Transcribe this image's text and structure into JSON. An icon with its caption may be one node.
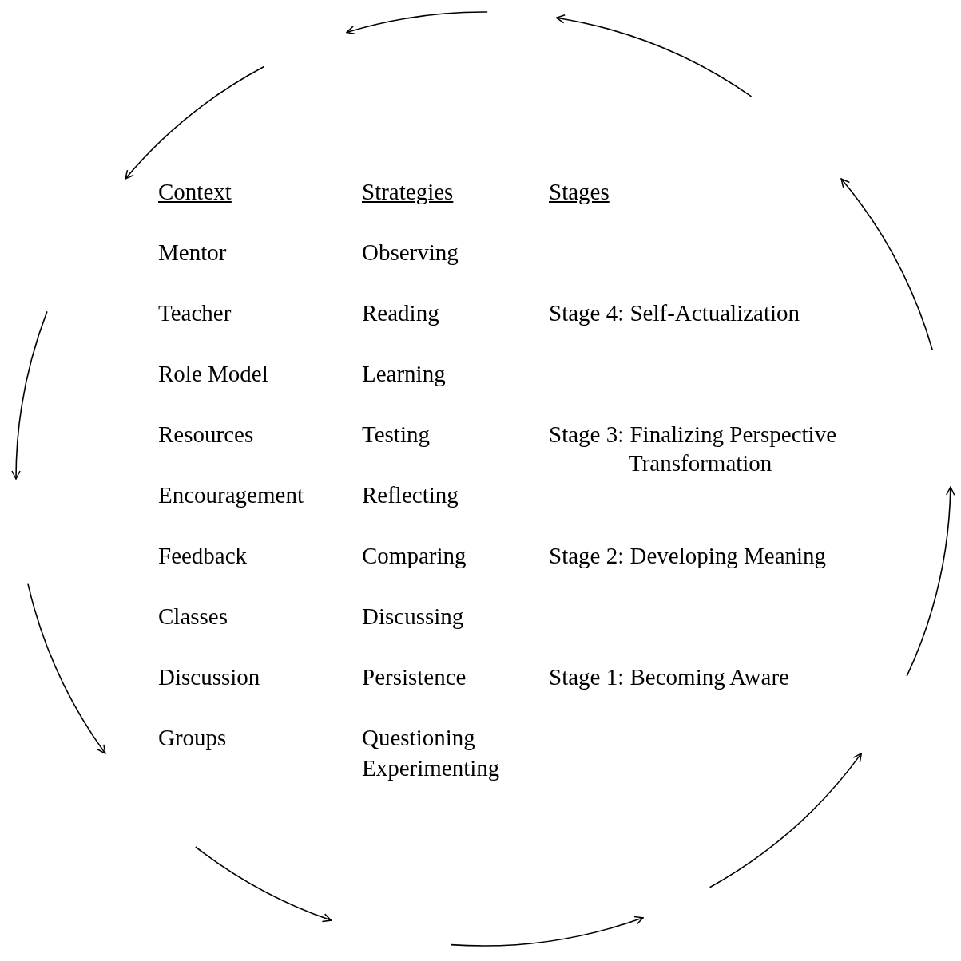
{
  "diagram": {
    "labels": [
      "Context",
      "Strategies",
      "Stages",
      "Mentor",
      "Observing",
      "Teacher",
      "Reading",
      "Stage 4: Self-Actualization",
      "Role Model",
      "Learning",
      "Resources",
      "Testing",
      "Stage 3: Finalizing Perspective Transformation",
      "Encouragement",
      "Reflecting",
      "Feedback",
      "Comparing",
      "Stage 2: Developing Meaning",
      "Classes",
      "Discussing",
      "Discussion",
      "Persistence",
      "Stage 1: Becoming Aware",
      "Groups",
      "Questioning",
      "Experimenting"
    ]
  }
}
